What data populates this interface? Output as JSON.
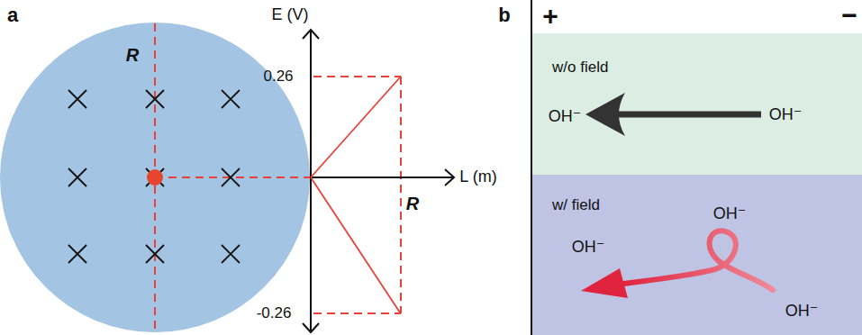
{
  "diagram": {
    "nodes": [
      {
        "text": [
          "R"
        ]
      },
      {
        "text": [
          "w/o field",
          "OH⁻",
          "OH⁻"
        ]
      },
      {
        "text": [
          "w/ field",
          "OH⁻",
          "OH⁻",
          "OH⁻"
        ]
      }
    ],
    "labels": [
      "a",
      "E (V)",
      "0.26",
      "L (m)",
      "R",
      "-0.26",
      "b",
      "+",
      "−"
    ]
  }
}
